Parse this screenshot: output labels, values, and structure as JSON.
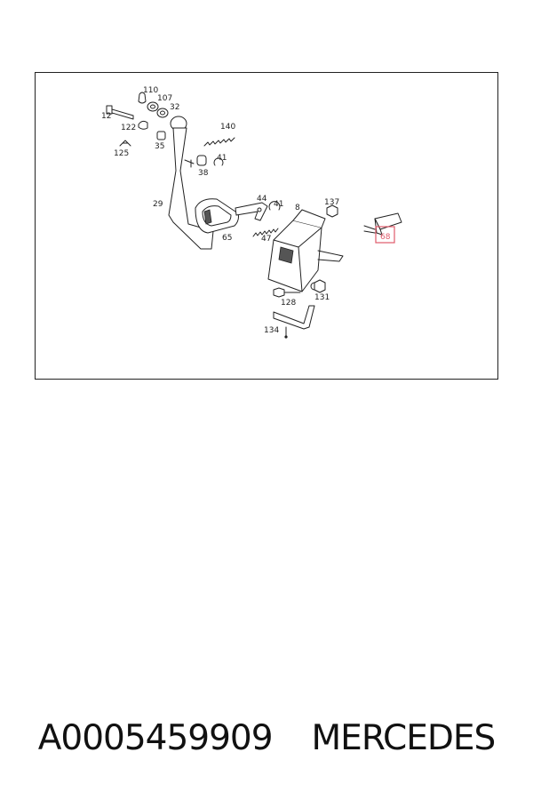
{
  "diagram": {
    "highlight_color": "#e05a6a",
    "callouts": {
      "c12": "12",
      "c110": "110",
      "c107": "107",
      "c32": "32",
      "c122": "122",
      "c35": "35",
      "c125": "125",
      "c140": "140",
      "c41a": "41",
      "c38": "38",
      "c29": "29",
      "c65": "65",
      "c44": "44",
      "c41b": "41",
      "c8": "8",
      "c137": "137",
      "c47": "47",
      "c68": "68",
      "c128": "128",
      "c131": "131",
      "c134": "134"
    }
  },
  "caption": {
    "part_number": "A0005459909",
    "brand": "MERCEDES"
  }
}
